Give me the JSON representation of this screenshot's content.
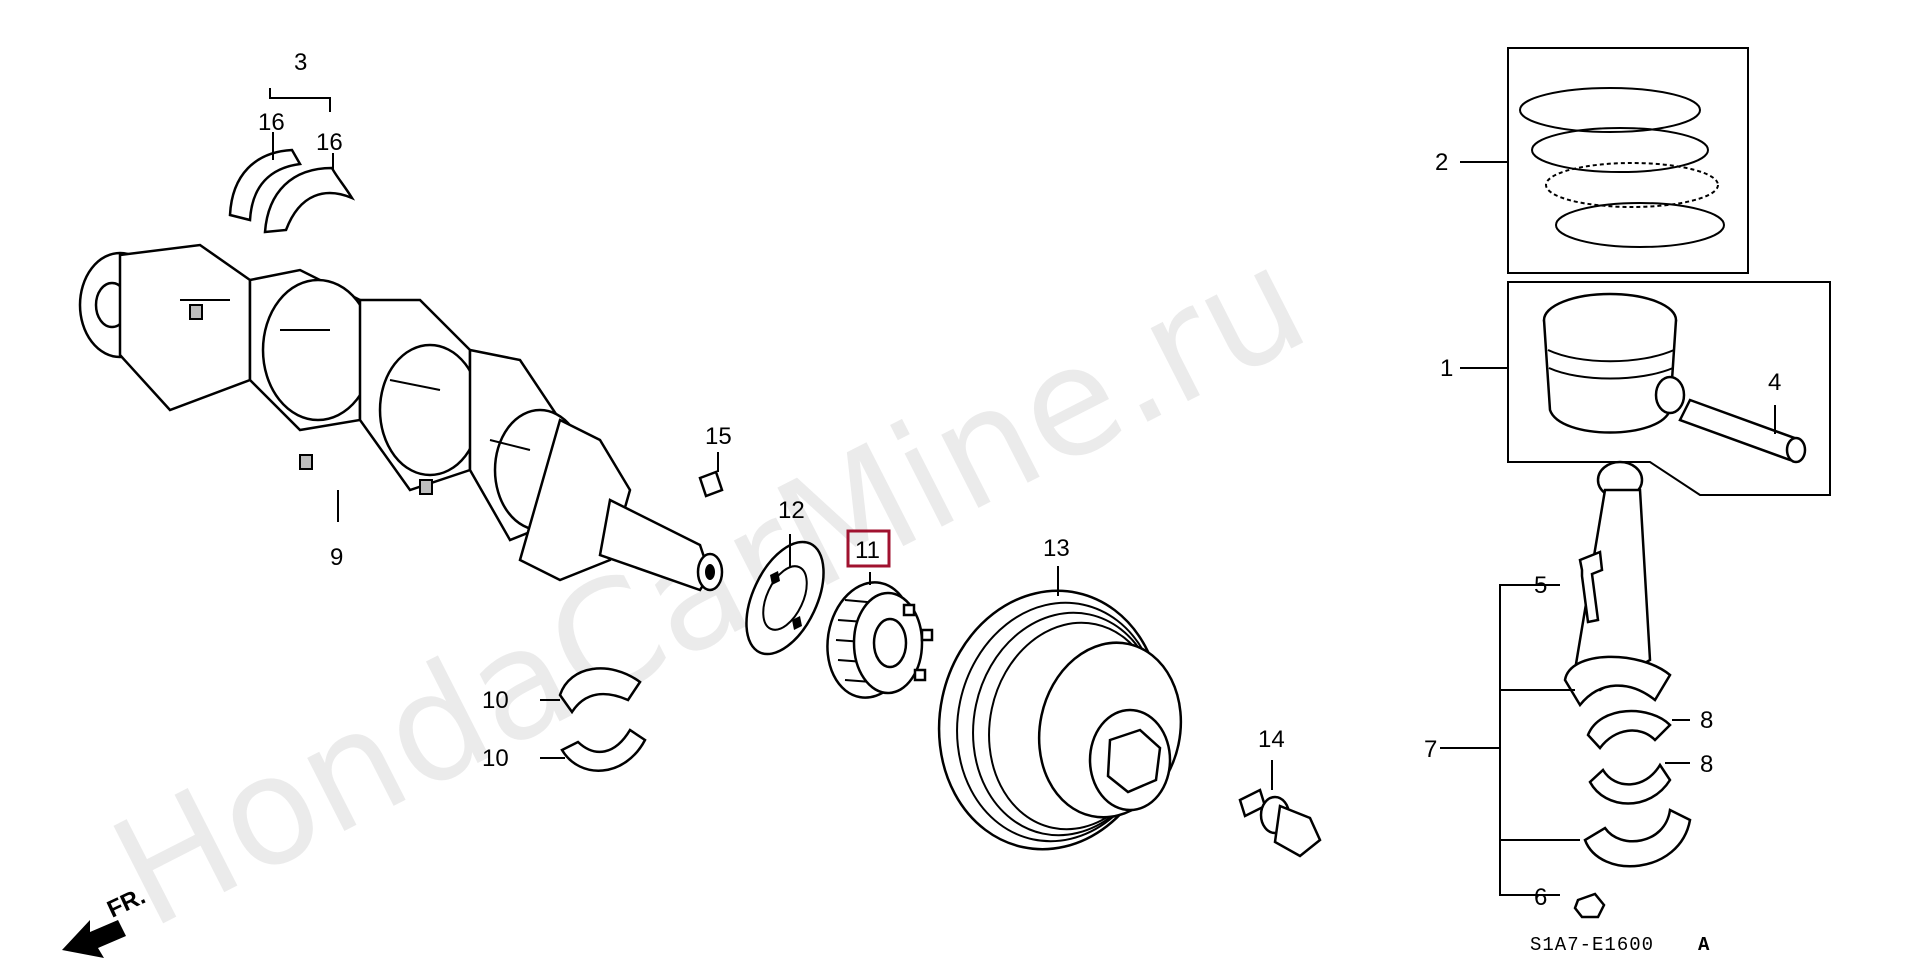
{
  "watermark": "HondaCarMine.ru",
  "diagram_code": "S1A7-E1600",
  "diagram_code_suffix": "A",
  "direction_label": "FR.",
  "highlight_color": "#a0122f",
  "callouts": {
    "c1": "1",
    "c2": "2",
    "c3": "3",
    "c4": "4",
    "c5": "5",
    "c6": "6",
    "c7": "7",
    "c8a": "8",
    "c8b": "8",
    "c9": "9",
    "c10a": "10",
    "c10b": "10",
    "c11": "11",
    "c12": "12",
    "c13": "13",
    "c14": "14",
    "c15": "15",
    "c16a": "16",
    "c16b": "16"
  }
}
